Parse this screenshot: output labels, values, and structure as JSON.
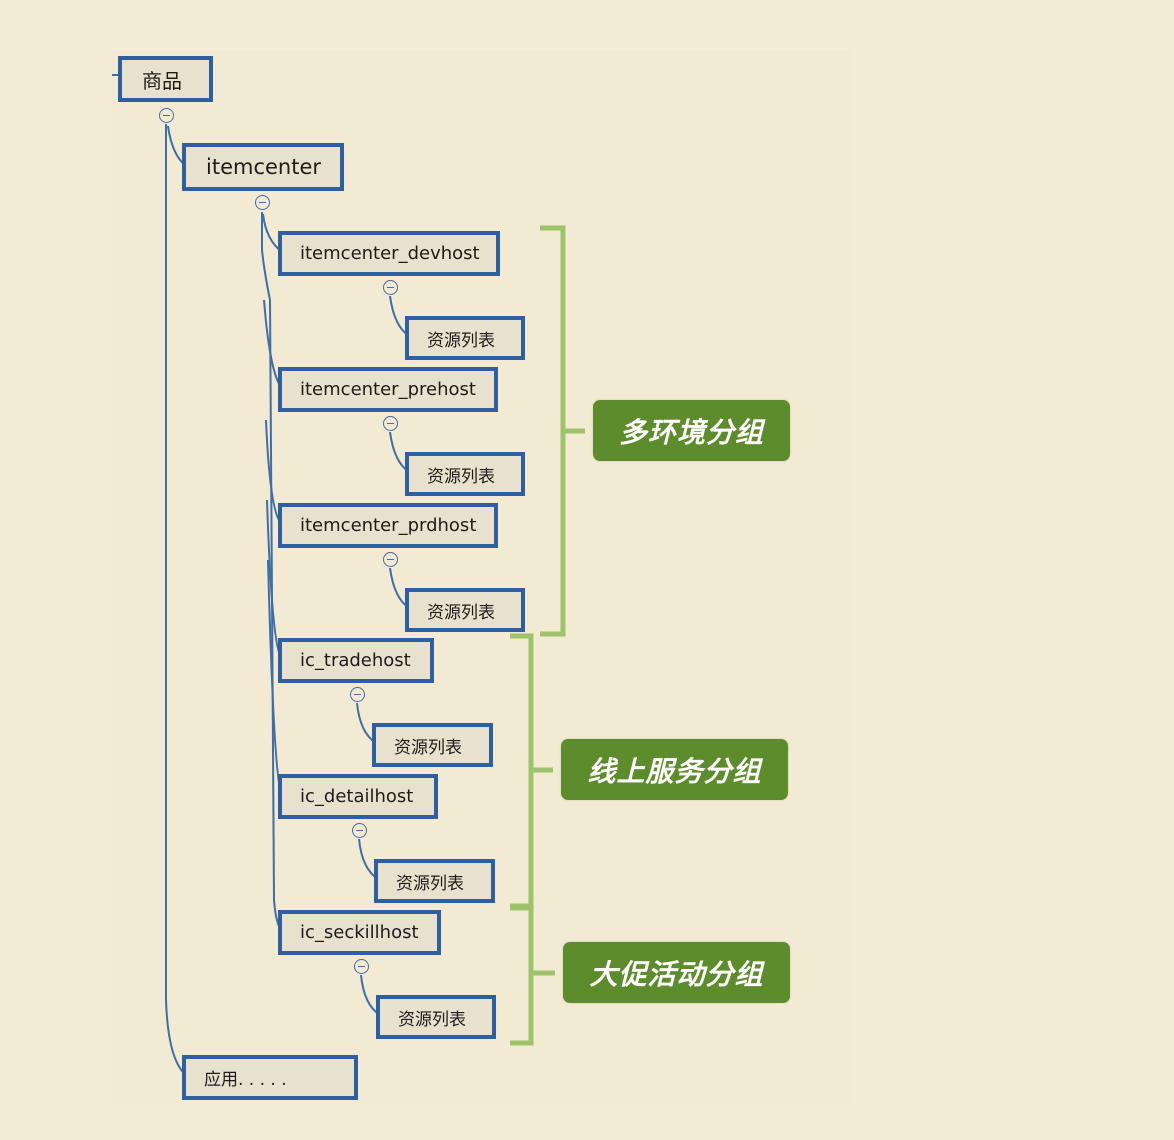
{
  "root": {
    "label": "商品"
  },
  "itemcenter": {
    "label": "itemcenter"
  },
  "hosts": [
    {
      "label": "itemcenter_devhost",
      "child": "资源列表"
    },
    {
      "label": "itemcenter_prehost",
      "child": "资源列表"
    },
    {
      "label": "itemcenter_prdhost",
      "child": "资源列表"
    },
    {
      "label": "ic_tradehost",
      "child": "资源列表"
    },
    {
      "label": "ic_detailhost",
      "child": "资源列表"
    },
    {
      "label": "ic_seckillhost",
      "child": "资源列表"
    }
  ],
  "app": {
    "label": "应用. . . . ."
  },
  "groups": [
    {
      "label": "多环境分组"
    },
    {
      "label": "线上服务分组"
    },
    {
      "label": "大促活动分组"
    }
  ],
  "colors": {
    "node_border": "#2e5fa0",
    "connector": "#3e6ea8",
    "bracket": "#9dc46a",
    "group_fill": "#5d8c2c"
  }
}
